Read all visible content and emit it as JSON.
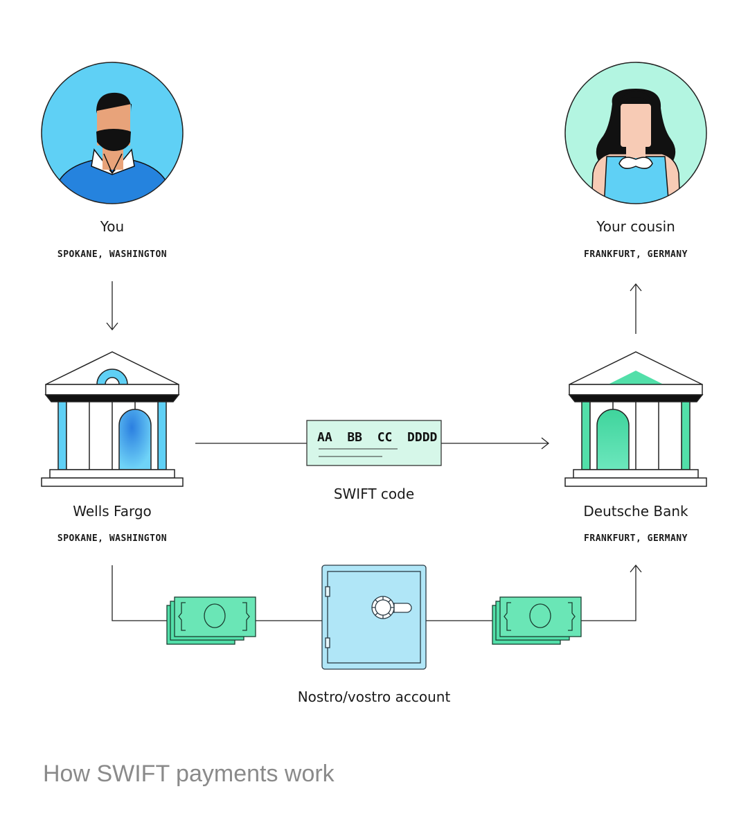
{
  "title": "How SWIFT payments work",
  "sender": {
    "name": "You",
    "location": "SPOKANE, WASHINGTON"
  },
  "recipient": {
    "name": "Your cousin",
    "location": "FRANKFURT, GERMANY"
  },
  "sender_bank": {
    "name": "Wells Fargo",
    "location": "SPOKANE, WASHINGTON"
  },
  "recipient_bank": {
    "name": "Deutsche Bank",
    "location": "FRANKFURT, GERMANY"
  },
  "swift": {
    "code": "AA  BB  CC  DDDD",
    "label": "SWIFT code"
  },
  "account": {
    "label": "Nostro/vostro account"
  },
  "colors": {
    "blue_light": "#5fd0f5",
    "blue_dark": "#2583de",
    "mint": "#b3f5e1",
    "green": "#52dfa9",
    "safe": "#b0e6f7",
    "swift_card": "#d6f7e9",
    "skin_tan": "#e8a37a",
    "skin_light": "#f7cbb5"
  }
}
